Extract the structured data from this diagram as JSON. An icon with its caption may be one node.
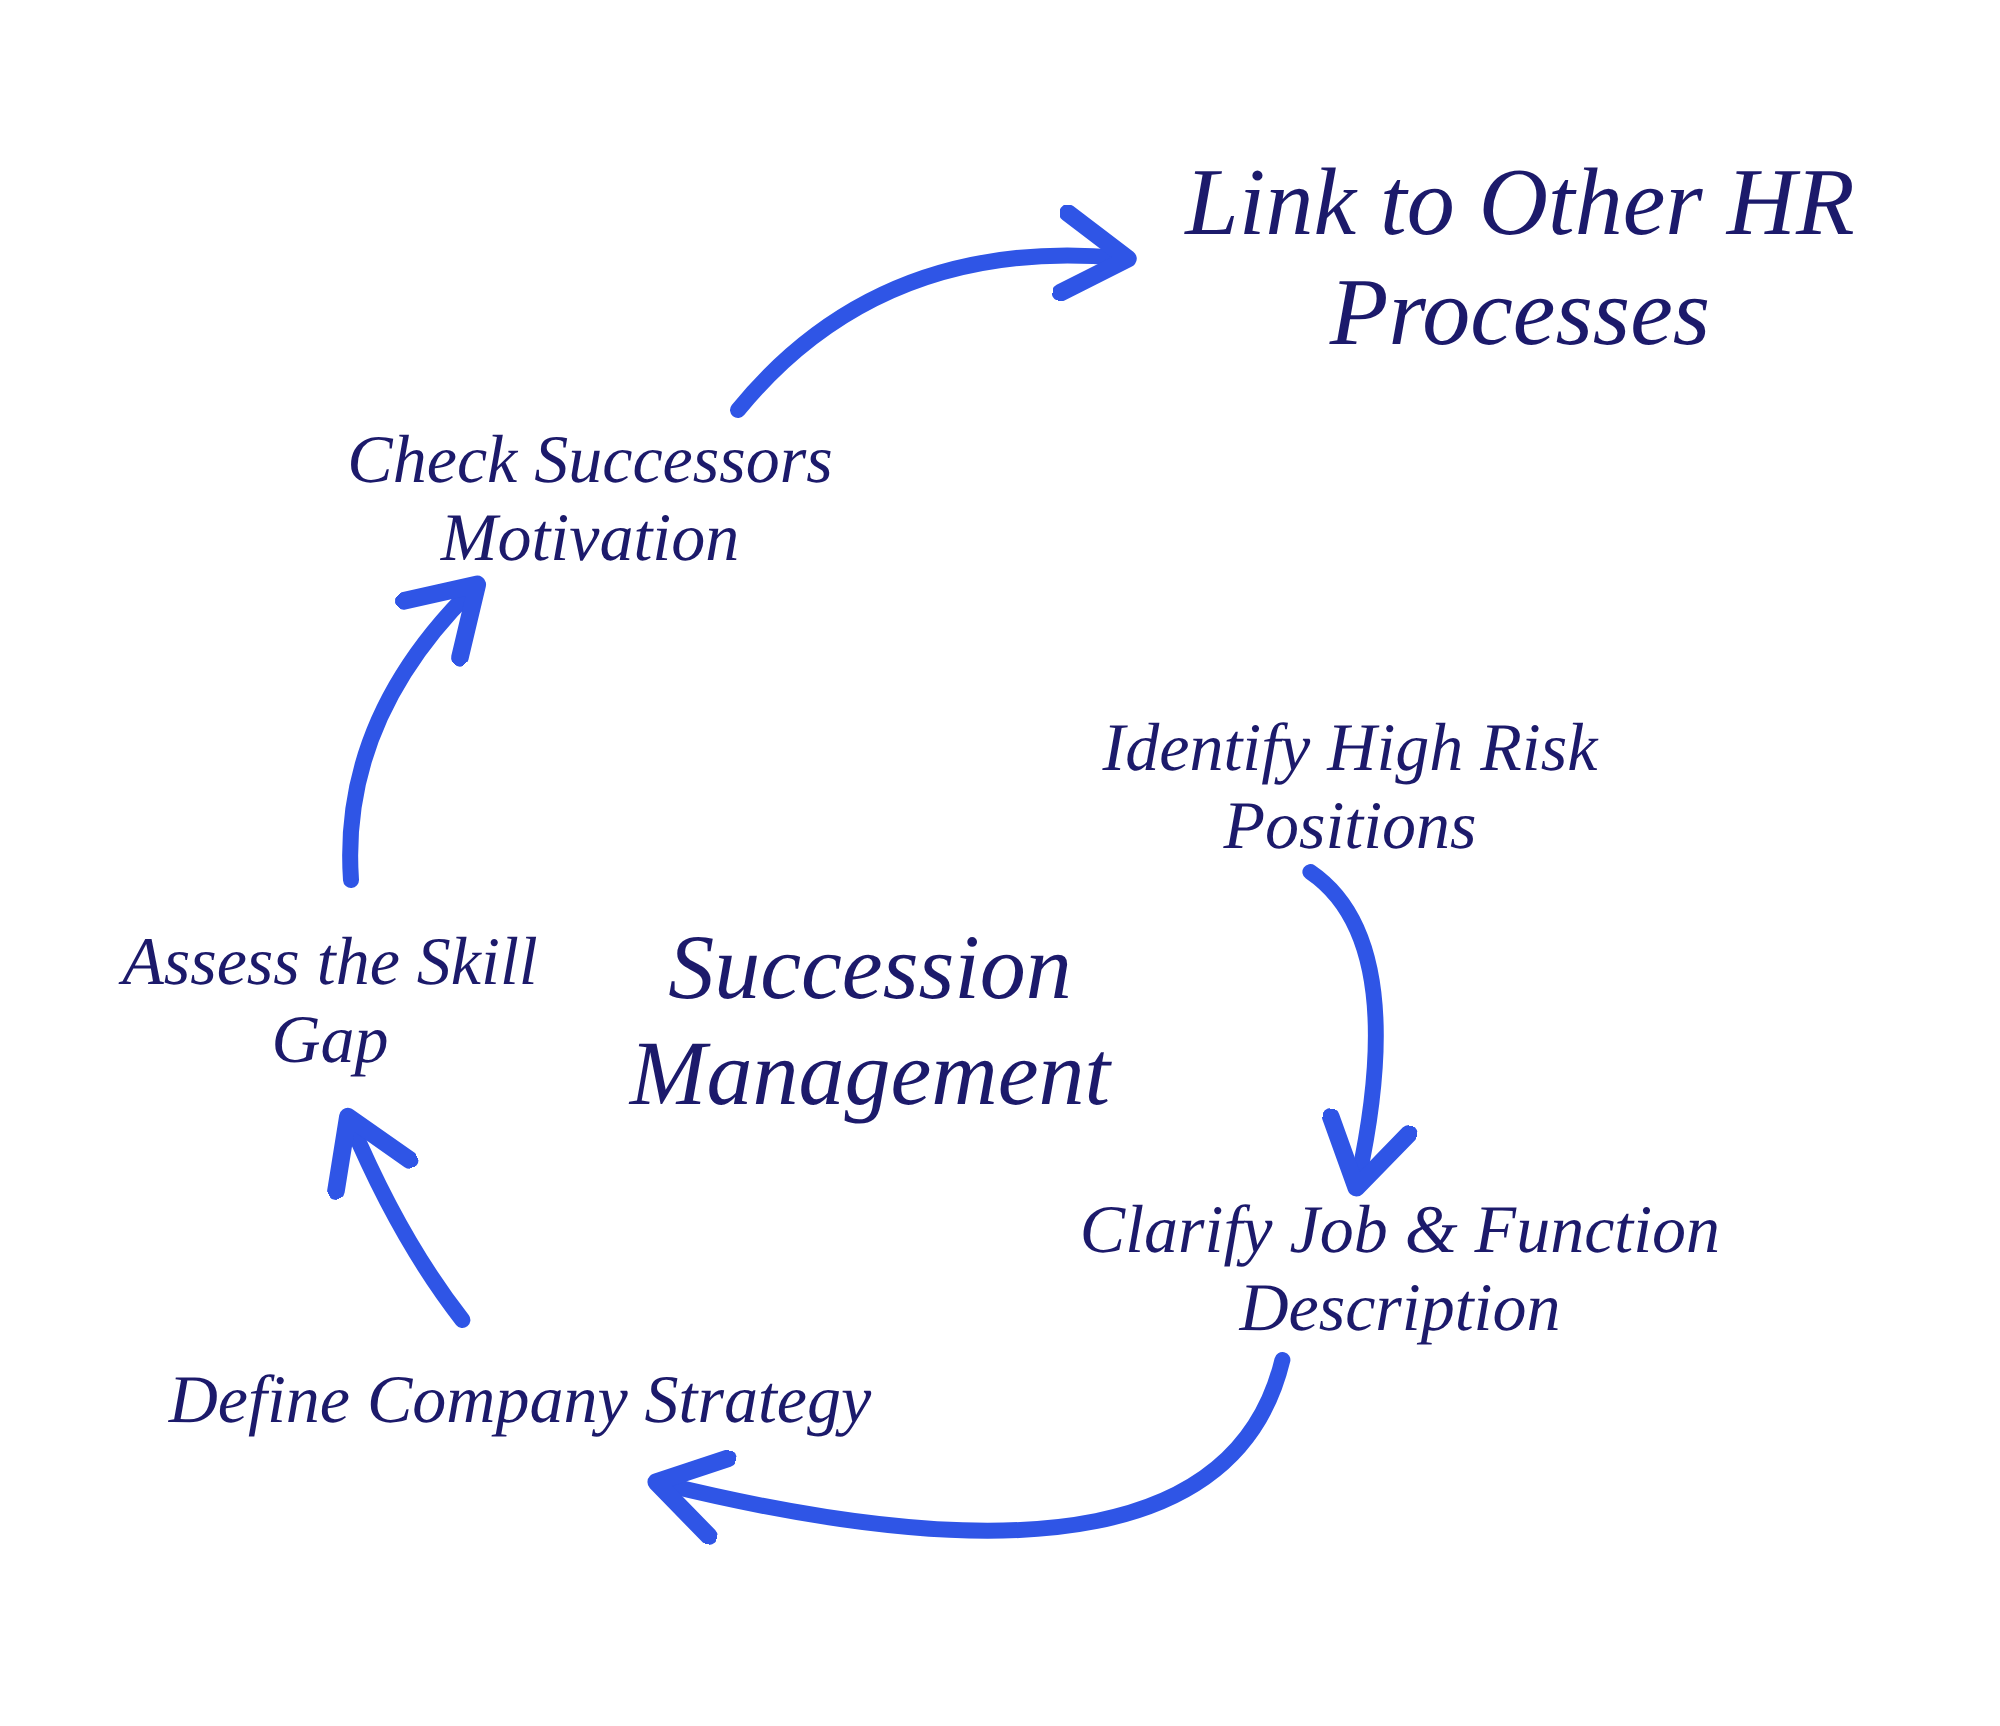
{
  "diagram": {
    "title": "Succession Management",
    "nodes": [
      {
        "text": [
          "Identify High Risk Positions"
        ]
      },
      {
        "text": [
          "Clarify Job & Function Description"
        ]
      },
      {
        "text": [
          "Define Company Strategy"
        ]
      },
      {
        "text": [
          "Assess the Skill Gap"
        ]
      },
      {
        "text": [
          "Check Successors Motivation"
        ]
      },
      {
        "text": [
          "Link to Other HR Processes"
        ]
      }
    ],
    "edges": [
      {
        "from": 0,
        "to": 1,
        "arrow": "to"
      },
      {
        "from": 1,
        "to": 2,
        "arrow": "to"
      },
      {
        "from": 2,
        "to": 3,
        "arrow": "to"
      },
      {
        "from": 3,
        "to": 4,
        "arrow": "to"
      },
      {
        "from": 4,
        "to": 5,
        "arrow": "to"
      }
    ]
  }
}
